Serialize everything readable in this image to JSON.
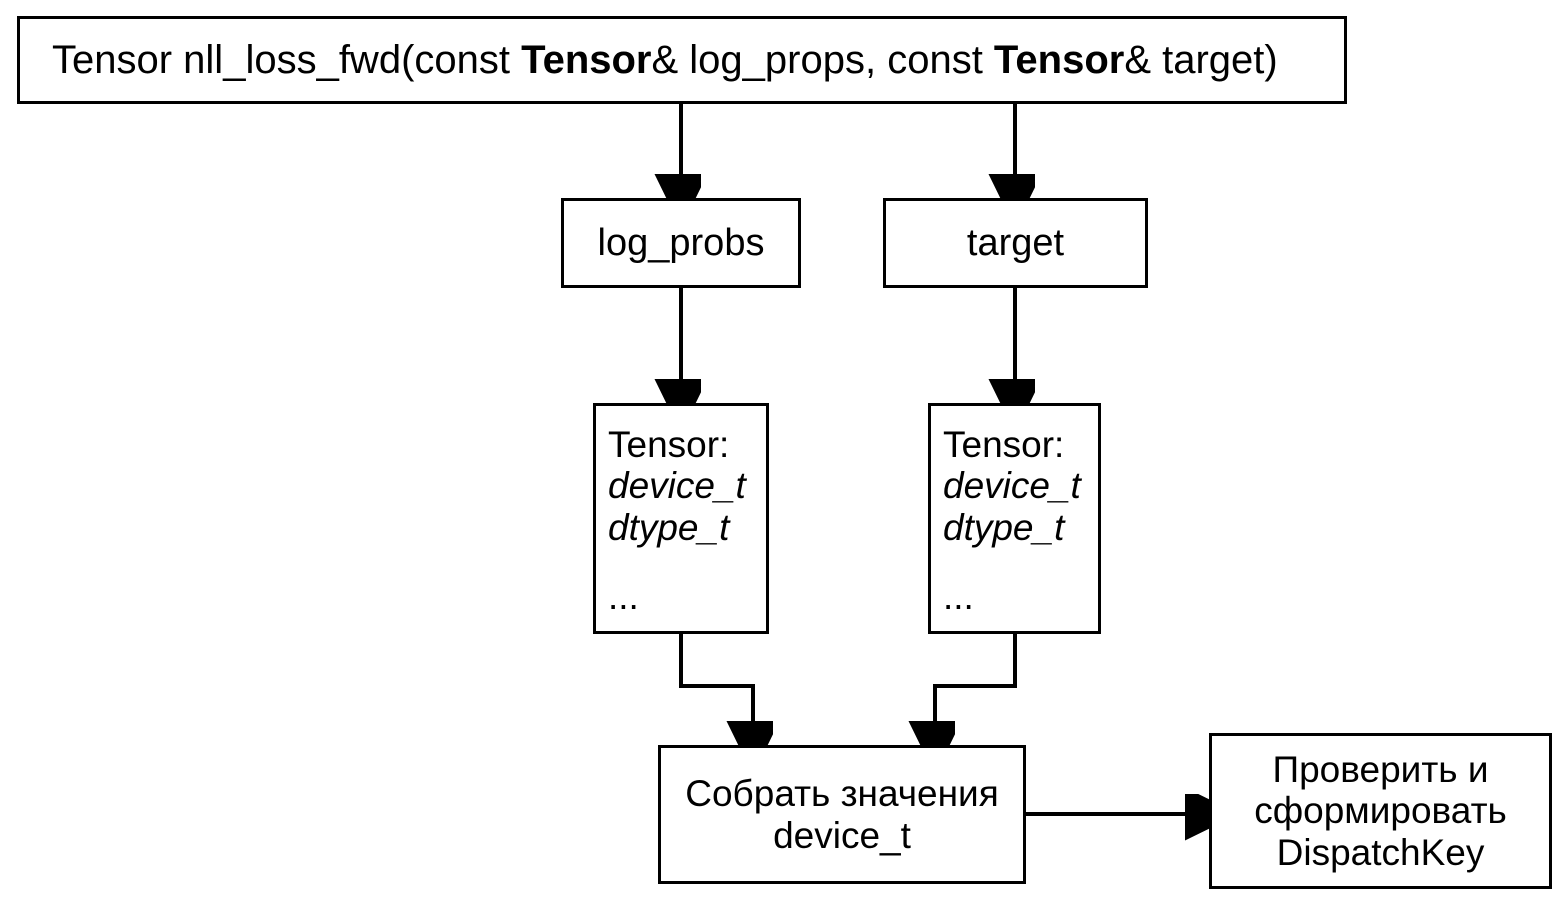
{
  "diagram": {
    "type": "flowchart",
    "title_box": {
      "prefix": "Tensor nll_loss_fwd(const ",
      "bold1": "Tensor",
      "mid": "& log_props, const ",
      "bold2": "Tensor",
      "suffix": "& target)",
      "full_text": "Tensor nll_loss_fwd(const Tensor& log_props, const Tensor& target)"
    },
    "nodes": {
      "log_probs": "log_probs",
      "target": "target",
      "tensor_left": {
        "line1": "Tensor:",
        "line2": "device_t",
        "line3": "dtype_t",
        "line4": "..."
      },
      "tensor_right": {
        "line1": "Tensor:",
        "line2": "device_t",
        "line3": "dtype_t",
        "line4": "..."
      },
      "collect": {
        "line1": "Собрать значения",
        "line2": "device_t"
      },
      "dispatch": {
        "line1": "Проверить и",
        "line2": "сформировать",
        "line3": "DispatchKey"
      }
    },
    "colors": {
      "stroke": "#000000",
      "fill": "#ffffff",
      "text": "#000000"
    }
  }
}
